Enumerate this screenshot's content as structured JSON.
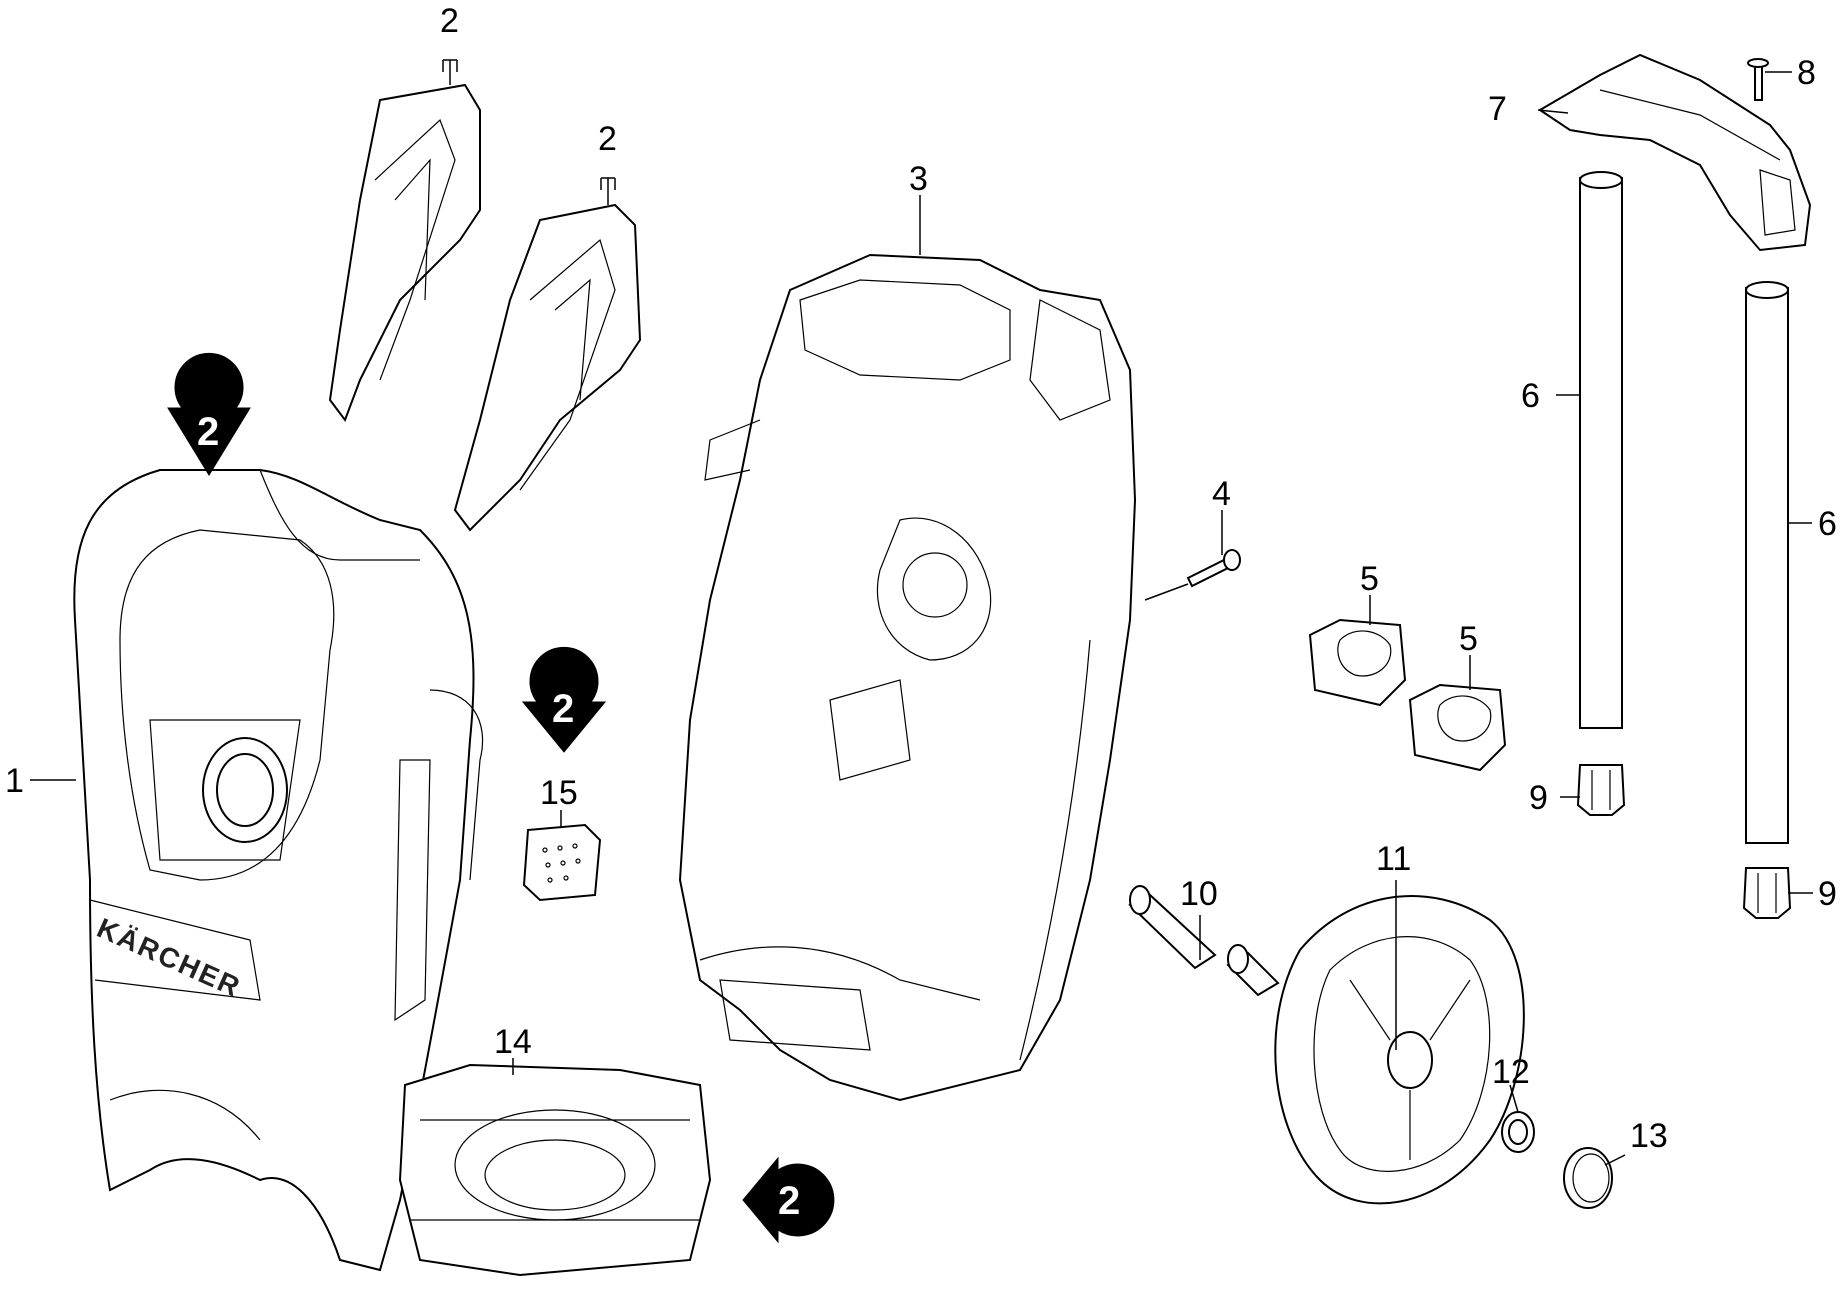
{
  "brand_text": "KÄRCHER",
  "callouts": {
    "c1": "1",
    "c2a": "2",
    "c2b": "2",
    "c3": "3",
    "c4": "4",
    "c5a": "5",
    "c5b": "5",
    "c6a": "6",
    "c6b": "6",
    "c7": "7",
    "c8": "8",
    "c9a": "9",
    "c9b": "9",
    "c10": "10",
    "c11": "11",
    "c12": "12",
    "c13": "13",
    "c14": "14",
    "c15": "15"
  },
  "assembly_markers": {
    "m1": "2",
    "m2": "2",
    "m3": "2"
  },
  "colors": {
    "line": "#000000",
    "marker_fill": "#000000",
    "marker_text": "#ffffff",
    "background": "#ffffff"
  }
}
